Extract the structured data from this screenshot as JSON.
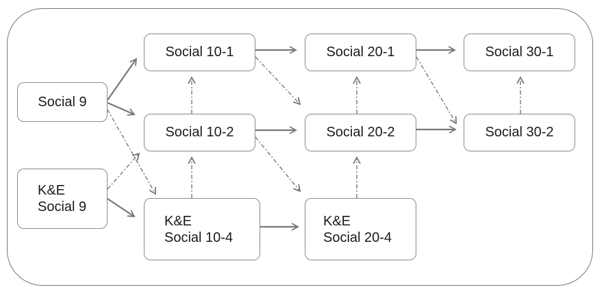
{
  "nodes": {
    "social_9": {
      "lines": [
        "Social 9"
      ]
    },
    "ke_social_9": {
      "lines": [
        "K&E",
        "Social 9"
      ]
    },
    "social_10_1": {
      "lines": [
        "Social 10-1"
      ]
    },
    "social_10_2": {
      "lines": [
        "Social 10-2"
      ]
    },
    "ke_social_10_4": {
      "lines": [
        "K&E",
        "Social 10-4"
      ]
    },
    "social_20_1": {
      "lines": [
        "Social 20-1"
      ]
    },
    "social_20_2": {
      "lines": [
        "Social 20-2"
      ]
    },
    "ke_social_20_4": {
      "lines": [
        "K&E",
        "Social 20-4"
      ]
    },
    "social_30_1": {
      "lines": [
        "Social 30-1"
      ]
    },
    "social_30_2": {
      "lines": [
        "Social 30-2"
      ]
    }
  },
  "edges": [
    {
      "from": "social_9",
      "to": "social_10_1",
      "style": "solid"
    },
    {
      "from": "social_9",
      "to": "social_10_2",
      "style": "solid"
    },
    {
      "from": "social_9",
      "to": "ke_social_10_4",
      "style": "dashed"
    },
    {
      "from": "ke_social_9",
      "to": "social_10_2",
      "style": "dashed"
    },
    {
      "from": "ke_social_9",
      "to": "ke_social_10_4",
      "style": "solid"
    },
    {
      "from": "social_10_1",
      "to": "social_20_1",
      "style": "solid"
    },
    {
      "from": "social_10_1",
      "to": "social_20_2",
      "style": "dashed"
    },
    {
      "from": "social_10_2",
      "to": "social_10_1",
      "style": "dashed"
    },
    {
      "from": "social_10_2",
      "to": "social_20_2",
      "style": "solid"
    },
    {
      "from": "social_10_2",
      "to": "ke_social_20_4",
      "style": "dashed"
    },
    {
      "from": "ke_social_10_4",
      "to": "social_10_2",
      "style": "dashed"
    },
    {
      "from": "ke_social_10_4",
      "to": "ke_social_20_4",
      "style": "solid"
    },
    {
      "from": "social_20_1",
      "to": "social_30_1",
      "style": "solid"
    },
    {
      "from": "social_20_1",
      "to": "social_30_2",
      "style": "dashed"
    },
    {
      "from": "social_20_2",
      "to": "social_20_1",
      "style": "dashed"
    },
    {
      "from": "social_20_2",
      "to": "social_30_2",
      "style": "solid"
    },
    {
      "from": "ke_social_20_4",
      "to": "social_20_2",
      "style": "dashed"
    },
    {
      "from": "social_30_2",
      "to": "social_30_1",
      "style": "dashed"
    }
  ]
}
